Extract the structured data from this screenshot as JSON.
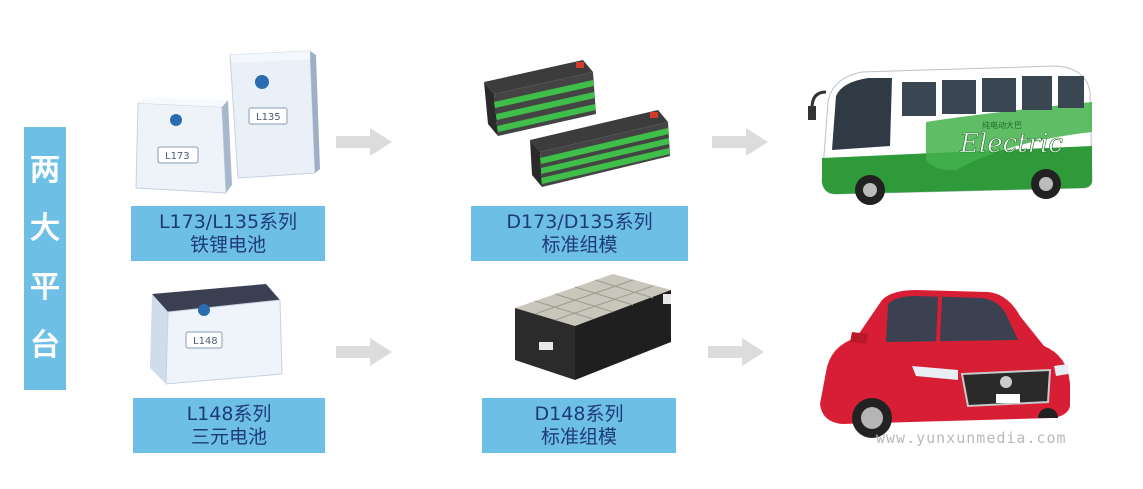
{
  "side_label": [
    "两",
    "大",
    "平",
    "台"
  ],
  "row1": {
    "cell_caption": [
      "L173/L135系列",
      "铁锂电池"
    ],
    "module_caption": [
      "D173/D135系列",
      "标准组模"
    ],
    "cell_labels": [
      "L173",
      "L135"
    ],
    "vehicle": "bus-icon",
    "bus_text": "Electric",
    "bus_small_text": "纯电动大巴"
  },
  "row2": {
    "cell_caption": [
      "L148系列",
      "三元电池"
    ],
    "module_caption": [
      "D148系列",
      "标准组模"
    ],
    "cell_labels": [
      "L148"
    ],
    "vehicle": "car-icon"
  },
  "watermark": "www.yunxunmedia.com",
  "colors": {
    "caption_bg": "#6ebfe6",
    "caption_text": "#1d3b7a",
    "arrow": "#dcdcdc",
    "bus_green": "#2e9a3a",
    "car_red": "#d81e34"
  }
}
